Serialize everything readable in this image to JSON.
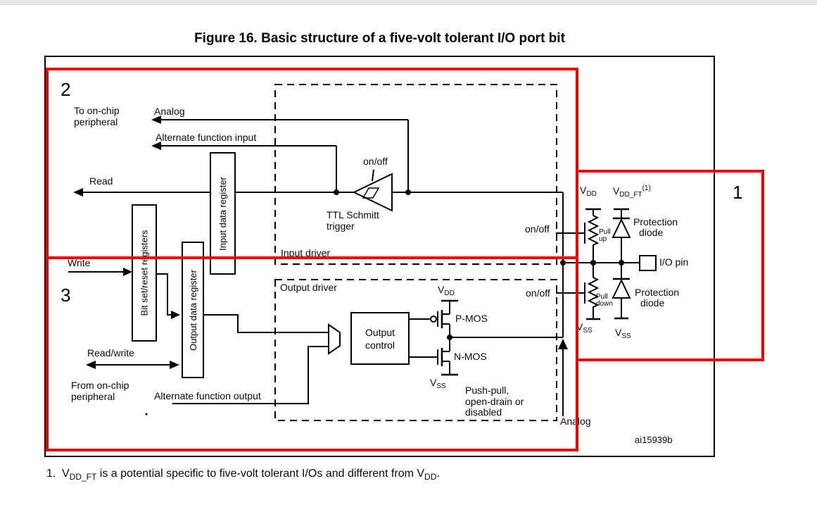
{
  "title": "Figure 16. Basic structure of a five-volt tolerant I/O port bit",
  "regions": {
    "n1": "1",
    "n2": "2",
    "n3": "3"
  },
  "colors": {
    "annotation_red": "#f00000",
    "wire_black": "#000000",
    "topbar_grey": "#e9e9e9"
  },
  "left": {
    "to_onchip_1": "To on-chip",
    "to_onchip_2": "peripheral",
    "analog_in": "Analog",
    "alt_func_in": "Alternate function input",
    "read": "Read",
    "write": "Write",
    "read_write": "Read/write",
    "from_onchip_1": "From on-chip",
    "from_onchip_2": "peripheral",
    "alt_func_out": "Alternate function output"
  },
  "registers": {
    "bit_set_reset": "Bit set/reset registers",
    "output_data": "Output data register",
    "input_data": "Input data register"
  },
  "labels": {
    "on_off": "on/off"
  },
  "input_driver": {
    "box_label": "Input driver",
    "schmitt_1": "TTL Schmitt",
    "schmitt_2": "trigger"
  },
  "output_driver": {
    "box_label": "Output driver",
    "control_1": "Output",
    "control_2": "control",
    "pmos": "P-MOS",
    "nmos": "N-MOS",
    "mode_1": "Push-pull,",
    "mode_2": "open-drain or",
    "mode_3": "disabled",
    "analog_out": "Analog"
  },
  "pin_area": {
    "pull_up_1": "Pull",
    "pull_up_2": "up",
    "pull_down_1": "Pull",
    "pull_down_2": "down",
    "prot_1": "Protection",
    "prot_2": "diode",
    "io_pin": "I/O pin",
    "figure_id": "ai15939b"
  },
  "sym": {
    "v": "V",
    "dd": "DD",
    "ss": "SS",
    "dd_ft": "DD_FT",
    "sup1": "(1)"
  },
  "footnote": {
    "num": "1.",
    "v1": "V",
    "sub1": "DD_FT",
    "mid": " is a potential specific to five-volt tolerant I/Os and different from ",
    "v2": "V",
    "sub2": "DD",
    "end": "."
  }
}
